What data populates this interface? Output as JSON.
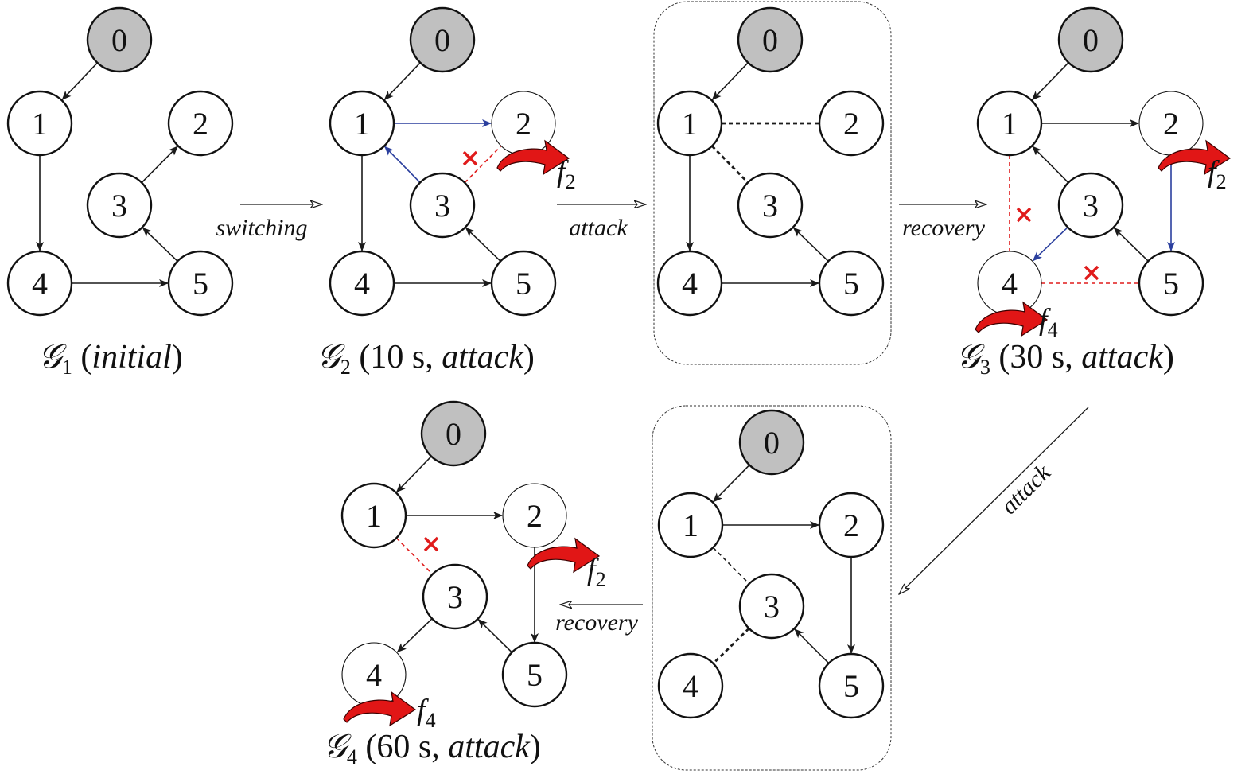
{
  "colors": {
    "leader_fill": "#c0c0c0",
    "node_fill": "#ffffff",
    "edge": "#1a1a1a",
    "recovered_edge": "#2b3f9e",
    "broken_edge": "#e01b1b",
    "fault_arrow": "#e11616"
  },
  "transitions": [
    {
      "id": "t1",
      "label": "switching"
    },
    {
      "id": "t2",
      "label": "attack"
    },
    {
      "id": "t3",
      "label": "recovery"
    },
    {
      "id": "t4",
      "label": "attack"
    },
    {
      "id": "t5",
      "label": "recovery"
    }
  ],
  "graphs": [
    {
      "id": "g1",
      "caption": {
        "symbol": "𝒢",
        "sub": "1",
        "text": " (",
        "italic": "initial",
        "close": ")"
      },
      "nodes": [
        {
          "id": "0",
          "label": "0",
          "leader": true
        },
        {
          "id": "1",
          "label": "1"
        },
        {
          "id": "2",
          "label": "2"
        },
        {
          "id": "3",
          "label": "3"
        },
        {
          "id": "4",
          "label": "4"
        },
        {
          "id": "5",
          "label": "5"
        }
      ],
      "edges": [
        {
          "from": "0",
          "to": "1",
          "kind": "directed"
        },
        {
          "from": "1",
          "to": "4",
          "kind": "directed"
        },
        {
          "from": "4",
          "to": "5",
          "kind": "directed"
        },
        {
          "from": "5",
          "to": "3",
          "kind": "directed"
        },
        {
          "from": "3",
          "to": "2",
          "kind": "directed"
        }
      ],
      "faults": []
    },
    {
      "id": "g2",
      "caption": {
        "symbol": "𝒢",
        "sub": "2",
        "text": " (10 s, ",
        "italic": "attack",
        "close": ")"
      },
      "nodes": [
        {
          "id": "0",
          "label": "0",
          "leader": true
        },
        {
          "id": "1",
          "label": "1"
        },
        {
          "id": "2",
          "label": "2",
          "attacked": true
        },
        {
          "id": "3",
          "label": "3"
        },
        {
          "id": "4",
          "label": "4"
        },
        {
          "id": "5",
          "label": "5"
        }
      ],
      "edges": [
        {
          "from": "0",
          "to": "1",
          "kind": "directed"
        },
        {
          "from": "1",
          "to": "2",
          "kind": "recovered"
        },
        {
          "from": "3",
          "to": "1",
          "kind": "recovered"
        },
        {
          "from": "3",
          "to": "2",
          "kind": "broken"
        },
        {
          "from": "1",
          "to": "4",
          "kind": "directed"
        },
        {
          "from": "4",
          "to": "5",
          "kind": "directed"
        },
        {
          "from": "5",
          "to": "3",
          "kind": "directed"
        }
      ],
      "faults": [
        {
          "node": "2",
          "label": "f",
          "sub": "2"
        }
      ]
    },
    {
      "id": "g2b",
      "caption": null,
      "nodes": [
        {
          "id": "0",
          "label": "0",
          "leader": true
        },
        {
          "id": "1",
          "label": "1"
        },
        {
          "id": "2",
          "label": "2"
        },
        {
          "id": "3",
          "label": "3"
        },
        {
          "id": "4",
          "label": "4"
        },
        {
          "id": "5",
          "label": "5"
        }
      ],
      "edges": [
        {
          "from": "0",
          "to": "1",
          "kind": "directed"
        },
        {
          "from": "1",
          "to": "2",
          "kind": "dashed"
        },
        {
          "from": "1",
          "to": "3",
          "kind": "dashed"
        },
        {
          "from": "1",
          "to": "4",
          "kind": "directed"
        },
        {
          "from": "4",
          "to": "5",
          "kind": "directed"
        },
        {
          "from": "5",
          "to": "3",
          "kind": "directed"
        }
      ],
      "faults": []
    },
    {
      "id": "g3",
      "caption": {
        "symbol": "𝒢",
        "sub": "3",
        "text": " (30 s, ",
        "italic": "attack",
        "close": ")"
      },
      "nodes": [
        {
          "id": "0",
          "label": "0",
          "leader": true
        },
        {
          "id": "1",
          "label": "1"
        },
        {
          "id": "2",
          "label": "2",
          "attacked": true
        },
        {
          "id": "3",
          "label": "3"
        },
        {
          "id": "4",
          "label": "4",
          "attacked": true
        },
        {
          "id": "5",
          "label": "5"
        }
      ],
      "edges": [
        {
          "from": "0",
          "to": "1",
          "kind": "directed"
        },
        {
          "from": "1",
          "to": "2",
          "kind": "directed"
        },
        {
          "from": "3",
          "to": "1",
          "kind": "directed"
        },
        {
          "from": "1",
          "to": "4",
          "kind": "broken"
        },
        {
          "from": "3",
          "to": "4",
          "kind": "recovered"
        },
        {
          "from": "2",
          "to": "5",
          "kind": "recovered"
        },
        {
          "from": "5",
          "to": "3",
          "kind": "directed"
        },
        {
          "from": "4",
          "to": "5",
          "kind": "broken"
        }
      ],
      "faults": [
        {
          "node": "2",
          "label": "f",
          "sub": "2"
        },
        {
          "node": "4",
          "label": "f",
          "sub": "4"
        }
      ]
    },
    {
      "id": "g3b",
      "caption": null,
      "nodes": [
        {
          "id": "0",
          "label": "0",
          "leader": true
        },
        {
          "id": "1",
          "label": "1"
        },
        {
          "id": "2",
          "label": "2"
        },
        {
          "id": "3",
          "label": "3"
        },
        {
          "id": "4",
          "label": "4"
        },
        {
          "id": "5",
          "label": "5"
        }
      ],
      "edges": [
        {
          "from": "0",
          "to": "1",
          "kind": "directed"
        },
        {
          "from": "1",
          "to": "2",
          "kind": "directed"
        },
        {
          "from": "1",
          "to": "3",
          "kind": "dashed-thin"
        },
        {
          "from": "2",
          "to": "5",
          "kind": "directed"
        },
        {
          "from": "5",
          "to": "3",
          "kind": "directed"
        },
        {
          "from": "3",
          "to": "4",
          "kind": "dashed"
        }
      ],
      "faults": []
    },
    {
      "id": "g4",
      "caption": {
        "symbol": "𝒢",
        "sub": "4",
        "text": " (60 s, ",
        "italic": "attack",
        "close": ")"
      },
      "nodes": [
        {
          "id": "0",
          "label": "0",
          "leader": true
        },
        {
          "id": "1",
          "label": "1"
        },
        {
          "id": "2",
          "label": "2",
          "attacked": true
        },
        {
          "id": "3",
          "label": "3"
        },
        {
          "id": "4",
          "label": "4",
          "attacked": true
        },
        {
          "id": "5",
          "label": "5"
        }
      ],
      "edges": [
        {
          "from": "0",
          "to": "1",
          "kind": "directed"
        },
        {
          "from": "1",
          "to": "2",
          "kind": "directed"
        },
        {
          "from": "1",
          "to": "3",
          "kind": "broken"
        },
        {
          "from": "2",
          "to": "5",
          "kind": "directed"
        },
        {
          "from": "5",
          "to": "3",
          "kind": "directed"
        },
        {
          "from": "3",
          "to": "4",
          "kind": "directed"
        }
      ],
      "faults": [
        {
          "node": "2",
          "label": "f",
          "sub": "2"
        },
        {
          "node": "4",
          "label": "f",
          "sub": "4"
        }
      ]
    }
  ]
}
